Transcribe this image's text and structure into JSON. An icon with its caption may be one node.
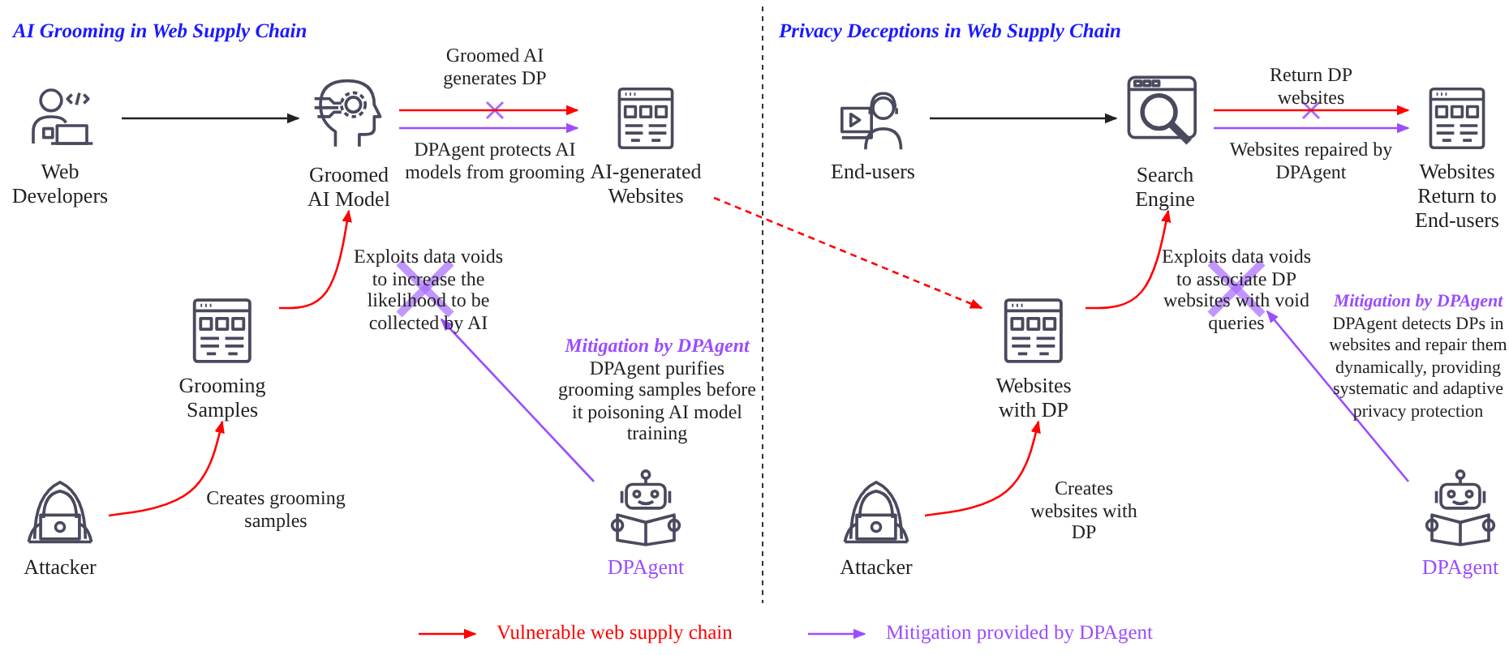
{
  "diagram": {
    "nodes": [
      {
        "text": [
          "Web Developers"
        ]
      },
      {
        "text": [
          "Groomed AI Model"
        ]
      },
      {
        "text": [
          "AI-generated Websites"
        ]
      },
      {
        "text": [
          "Grooming Samples"
        ]
      },
      {
        "text": [
          "Attacker"
        ]
      },
      {
        "text": [
          "DPAgent"
        ]
      },
      {
        "text": [
          "End-users"
        ]
      },
      {
        "text": [
          "Search Engine"
        ]
      },
      {
        "text": [
          "Websites Return to End-users"
        ]
      },
      {
        "text": [
          "Websites with DP"
        ]
      },
      {
        "text": [
          "Attacker"
        ]
      },
      {
        "text": [
          "DPAgent"
        ]
      },
      {
        "text": [],
        "shape": "cross"
      },
      {
        "text": [],
        "shape": "cross"
      }
    ],
    "edges": [
      {
        "from": 0,
        "to": 1,
        "arrow": "to",
        "color": "#222222"
      },
      {
        "from": 1,
        "to": 2,
        "arrow": "to",
        "label": "Groomed AI generates DP",
        "color": "#ff0000"
      },
      {
        "from": 1,
        "to": 2,
        "arrow": "to",
        "label": "DPAgent protects AI models from grooming",
        "color": "#9b4dff"
      },
      {
        "from": 3,
        "to": 1,
        "arrow": "to",
        "label": "Exploits data voids to increase the likelihood to be collected by AI",
        "color": "#ff0000"
      },
      {
        "from": 4,
        "to": 3,
        "arrow": "to",
        "label": "Creates grooming samples",
        "color": "#ff0000"
      },
      {
        "from": 5,
        "to": 12,
        "arrow": "to",
        "label": "*Mitigation by DPAgent* DPAgent purifies grooming samples before it poisoning AI model training",
        "color": "#9b4dff"
      },
      {
        "from": 2,
        "to": 9,
        "arrow": "to",
        "style": "dashed",
        "color": "#ff0000"
      },
      {
        "from": 6,
        "to": 7,
        "arrow": "to",
        "color": "#222222"
      },
      {
        "from": 7,
        "to": 8,
        "arrow": "to",
        "label": "Return DP websites",
        "color": "#ff0000"
      },
      {
        "from": 7,
        "to": 8,
        "arrow": "to",
        "label": "Websites repaired by DPAgent",
        "color": "#9b4dff"
      },
      {
        "from": 9,
        "to": 7,
        "arrow": "to",
        "label": "Exploits data voids to associate DP websites with void queries",
        "color": "#ff0000"
      },
      {
        "from": 10,
        "to": 9,
        "arrow": "to",
        "label": "Creates websites with DP",
        "color": "#ff0000"
      },
      {
        "from": 11,
        "to": 13,
        "arrow": "to",
        "label": "*Mitigation by DPAgent* DPAgent detects DPs in websites and repair them dynamically, providing systematic and adaptive privacy protection",
        "color": "#9b4dff"
      }
    ],
    "labels": [
      "AI Grooming in Web Supply Chain",
      "Privacy Deceptions in Web Supply Chain"
    ],
    "legend": [
      {
        "text": "Vulnerable web supply chain"
      },
      {
        "text": "Mitigation provided by DPAgent"
      }
    ]
  }
}
